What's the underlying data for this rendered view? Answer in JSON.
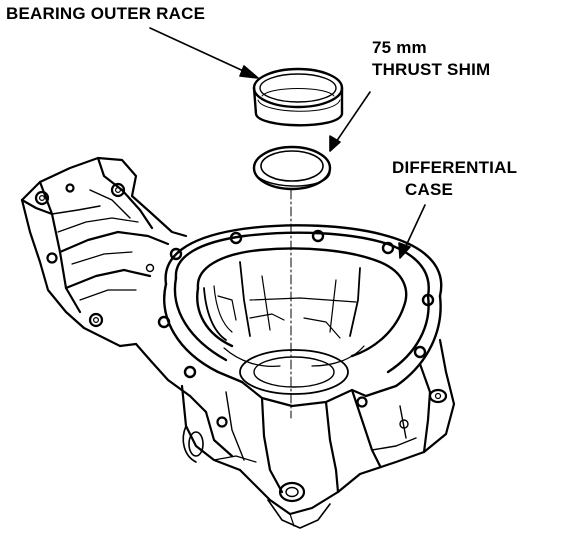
{
  "labels": {
    "bearing_outer_race": "BEARING OUTER RACE",
    "thrust_shim_size": "75 mm",
    "thrust_shim_name": "THRUST SHIM",
    "differential_case_line1": "DIFFERENTIAL",
    "differential_case_line2": "CASE"
  },
  "colors": {
    "ink": "#000000",
    "paper": "#ffffff"
  }
}
